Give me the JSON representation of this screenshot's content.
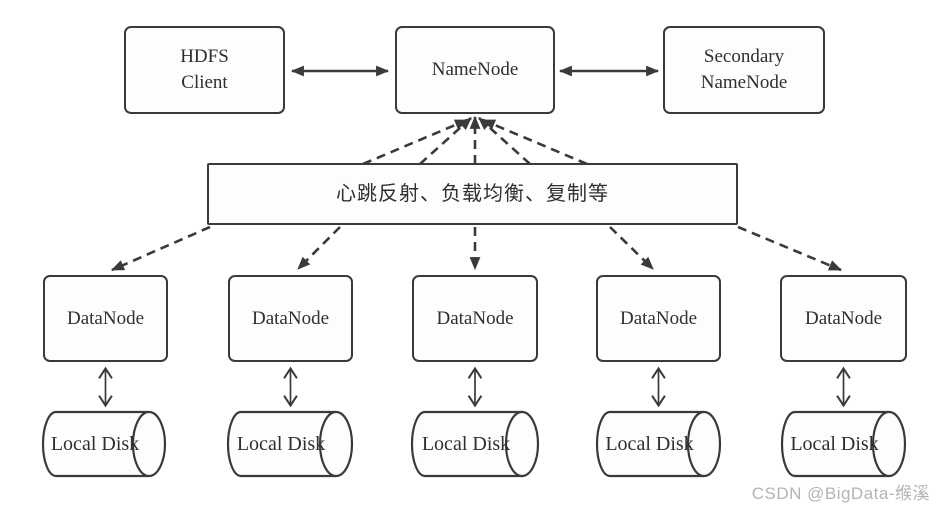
{
  "colors": {
    "line": "#3a3a3a",
    "text": "#2f2f2f",
    "boxfill": "#fdfdfd",
    "background": "#ffffff",
    "watermark": "#b4b4b4"
  },
  "nodes": {
    "hdfs_client": {
      "lines": [
        "HDFS",
        "Client"
      ]
    },
    "namenode": {
      "label": "NameNode"
    },
    "secondary_namenode": {
      "lines": [
        "Secondary",
        "NameNode"
      ]
    },
    "heartbeat_box": {
      "label": "心跳反射、负载均衡、复制等"
    },
    "datanodes": [
      {
        "label": "DataNode"
      },
      {
        "label": "DataNode"
      },
      {
        "label": "DataNode"
      },
      {
        "label": "DataNode"
      },
      {
        "label": "DataNode"
      }
    ],
    "disks": [
      {
        "label": "Local Disk"
      },
      {
        "label": "Local Disk"
      },
      {
        "label": "Local Disk"
      },
      {
        "label": "Local Disk"
      },
      {
        "label": "Local Disk"
      }
    ]
  },
  "edges": [
    {
      "from": "hdfs_client",
      "to": "namenode",
      "style": "solid",
      "direction": "bidirectional"
    },
    {
      "from": "namenode",
      "to": "secondary_namenode",
      "style": "solid",
      "direction": "bidirectional"
    },
    {
      "from": "heartbeat_box",
      "to": "namenode",
      "style": "dashed",
      "direction": "to-namenode",
      "count": 5
    },
    {
      "from": "heartbeat_box",
      "to": "datanodes",
      "style": "dashed",
      "direction": "to-datanodes",
      "count": 5
    },
    {
      "from": "datanodes",
      "to": "disks",
      "style": "thin",
      "direction": "bidirectional",
      "count": 5
    }
  ],
  "watermark": {
    "text": "CSDN @BigData-缑溪"
  }
}
